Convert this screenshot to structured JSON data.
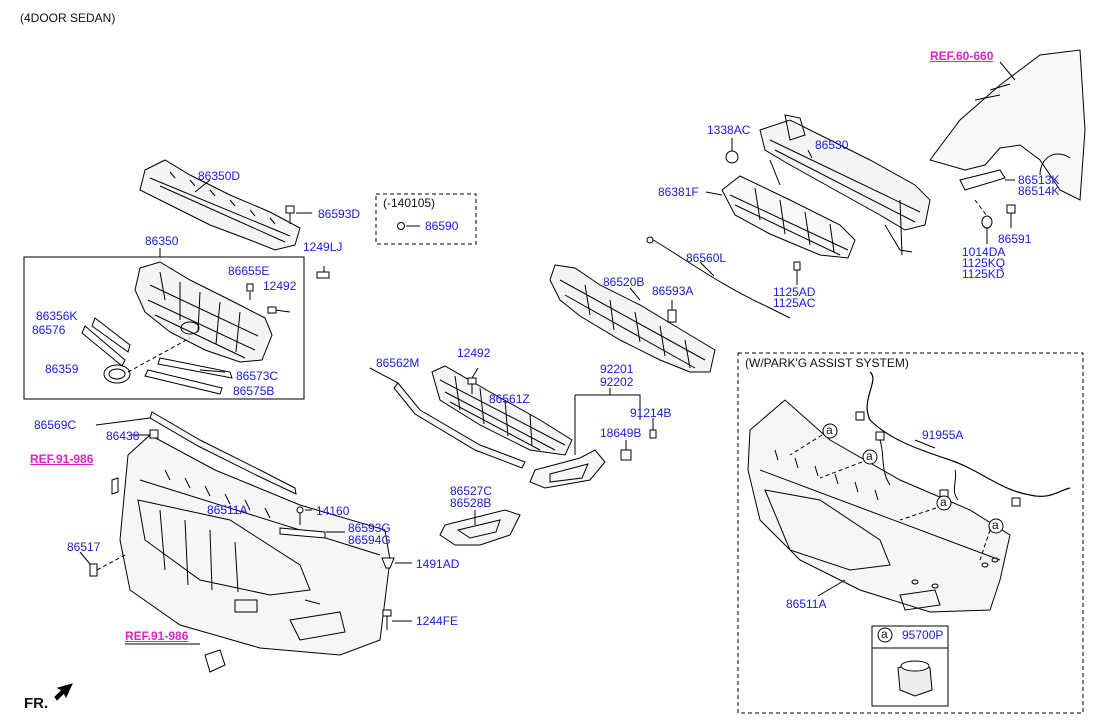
{
  "header": {
    "variant": "(4DOOR SEDAN)"
  },
  "refs": {
    "fender": "REF.60-660",
    "bumper_side": "REF.91-986",
    "bumper_bottom": "REF.91-986"
  },
  "parts": {
    "p86350D": "86350D",
    "p86593D": "86593D",
    "p140105": "(-140105)",
    "p86590": "86590",
    "p86350": "86350",
    "p1249LJ": "1249LJ",
    "p86655E": "86655E",
    "p12492a": "12492",
    "p86356K": "86356K",
    "p86576": "86576",
    "p86359": "86359",
    "p86573C": "86573C",
    "p86575B": "86575B",
    "p86569C": "86569C",
    "p86438": "86438",
    "p86511A": "86511A",
    "p14160": "14160",
    "p86593G": "86593G",
    "p86594G": "86594G",
    "p86517": "86517",
    "p1491AD": "1491AD",
    "p1244FE": "1244FE",
    "p86562M": "86562M",
    "p12492b": "12492",
    "p86561Z": "86561Z",
    "p92201": "92201",
    "p92202": "92202",
    "p91214B": "91214B",
    "p18649B": "18649B",
    "p86527C": "86527C",
    "p86528B": "86528B",
    "p86520B": "86520B",
    "p86593A": "86593A",
    "p86560L": "86560L",
    "p1125AD": "1125AD",
    "p1125AC": "1125AC",
    "p1338AC": "1338AC",
    "p86530": "86530",
    "p86381F": "86381F",
    "p86513K": "86513K",
    "p86514K": "86514K",
    "p86591": "86591",
    "p1014DA": "1014DA",
    "p1125KQ": "1125KQ",
    "p1125KD": "1125KD"
  },
  "park_assist": {
    "title": "(W/PARK'G ASSIST SYSTEM)",
    "p91955A": "91955A",
    "p86511A": "86511A",
    "callout": "a",
    "sensor_part": "95700P"
  },
  "footer": {
    "direction": "FR."
  },
  "colors": {
    "part_number": "#1a1adb",
    "reference": "#e020c8",
    "line": "#000000"
  }
}
